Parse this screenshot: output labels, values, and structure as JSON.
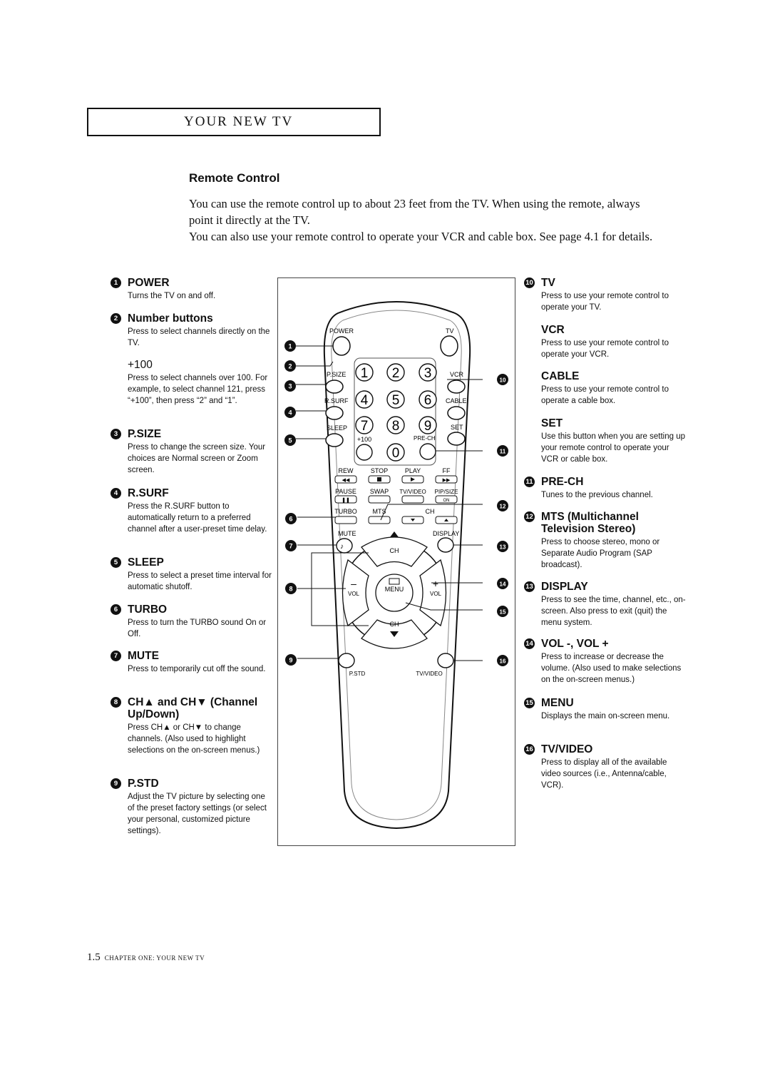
{
  "header": {
    "title": "YOUR NEW TV"
  },
  "section": {
    "title": "Remote Control",
    "intro1": "You can use the remote control up to about 23 feet from the TV. When using the remote, always point it directly at the TV.",
    "intro2": "You can also use your remote control to operate your VCR and cable box. See page 4.1 for details."
  },
  "left_items": [
    {
      "num": "1",
      "title": "POWER",
      "desc": "Turns the TV on and off."
    },
    {
      "num": "2",
      "title": "Number buttons",
      "desc": "Press to select channels directly on the TV."
    },
    {
      "num": "",
      "title": "+100",
      "desc": "Press to select channels over 100. For example, to select channel 121, press “+100”, then press “2” and “1”."
    },
    {
      "num": "3",
      "title": "P.SIZE",
      "desc": "Press to change the screen size. Your choices are Normal screen or Zoom screen."
    },
    {
      "num": "4",
      "title": "R.SURF",
      "desc": "Press the R.SURF button to automatically return to a preferred channel after a user-preset time delay."
    },
    {
      "num": "5",
      "title": "SLEEP",
      "desc": "Press to select a preset time interval for automatic shutoff."
    },
    {
      "num": "6",
      "title": "TURBO",
      "desc": "Press to turn the TURBO sound On or Off."
    },
    {
      "num": "7",
      "title": "MUTE",
      "desc": "Press to temporarily cut off the sound."
    },
    {
      "num": "8",
      "title": "CH▲ and CH▼ (Channel Up/Down)",
      "desc": "Press CH▲ or CH▼ to change channels. (Also used to highlight selections on the on-screen menus.)"
    },
    {
      "num": "9",
      "title": "P.STD",
      "desc": "Adjust the TV picture by selecting one of the preset factory settings (or select your personal, customized picture settings)."
    }
  ],
  "right_items": [
    {
      "num": "10",
      "title": "TV",
      "desc": "Press to use your remote control to operate your TV."
    },
    {
      "num": "",
      "title": "VCR",
      "desc": "Press to use your remote control to operate your VCR."
    },
    {
      "num": "",
      "title": "CABLE",
      "desc": "Press to use your remote control to operate a cable box."
    },
    {
      "num": "",
      "title": "SET",
      "desc": "Use this button when you are setting up your remote control to operate your VCR or cable box."
    },
    {
      "num": "11",
      "title": "PRE-CH",
      "desc": "Tunes to the previous channel."
    },
    {
      "num": "12",
      "title": "MTS (Multichannel Television Stereo)",
      "desc": "Press to choose stereo, mono or Separate Audio Program (SAP broadcast)."
    },
    {
      "num": "13",
      "title": "DISPLAY",
      "desc": "Press to see the time, channel, etc., on-screen. Also press to exit (quit) the menu system."
    },
    {
      "num": "14",
      "title": "VOL -, VOL +",
      "desc": "Press to increase or decrease the volume. (Also used to make selections on the on-screen menus.)"
    },
    {
      "num": "15",
      "title": "MENU",
      "desc": "Displays the main on-screen menu."
    },
    {
      "num": "16",
      "title": "TV/VIDEO",
      "desc": "Press to display all of the available video sources (i.e., Antenna/cable, VCR)."
    }
  ],
  "remote": {
    "power": "POWER",
    "tv": "TV",
    "psize": "P.SIZE",
    "rsurf": "R.SURF",
    "sleep": "SLEEP",
    "vcr": "VCR",
    "cable": "CABLE",
    "set": "SET",
    "digits": [
      "1",
      "2",
      "3",
      "4",
      "5",
      "6",
      "7",
      "8",
      "9",
      "0"
    ],
    "plus100": "+100",
    "prech": "PRE-CH",
    "rew": "REW",
    "stop": "STOP",
    "play": "PLAY",
    "ff": "FF",
    "pause": "PAUSE",
    "swap": "SWAP",
    "tvvideo_top": "TV/VIDEO",
    "pipsize": "PIP/SIZE",
    "on": "ON",
    "turbo": "TURBO",
    "mts": "MTS",
    "ch": "CH",
    "mute": "MUTE",
    "display": "DISPLAY",
    "vol": "VOL",
    "menu": "MENU",
    "minus": "–",
    "plus": "+",
    "pstd": "P.STD",
    "tvvideo": "TV/VIDEO",
    "callouts": [
      "1",
      "2",
      "3",
      "4",
      "5",
      "6",
      "7",
      "8",
      "9",
      "10",
      "11",
      "12",
      "13",
      "14",
      "15",
      "16"
    ]
  },
  "footer": {
    "page": "1.5",
    "chapter": "CHAPTER ONE: YOUR NEW TV"
  }
}
